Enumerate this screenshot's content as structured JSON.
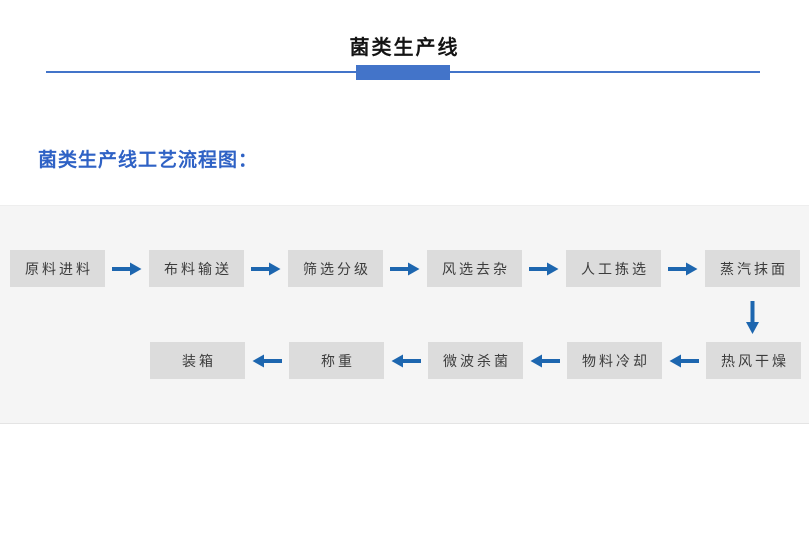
{
  "page": {
    "title": "菌类生产线"
  },
  "section": {
    "heading": "菌类生产线工艺流程图："
  },
  "flowchart": {
    "row1": [
      "原料进料",
      "布料输送",
      "筛选分级",
      "风选去杂",
      "人工拣选",
      "蒸汽抹面"
    ],
    "row2": [
      "装箱",
      "称重",
      "微波杀菌",
      "物料冷却",
      "热风干燥"
    ]
  },
  "colors": {
    "accent_blue": "#4374c9",
    "heading_blue": "#2f62c5",
    "arrow_blue": "#1d66af",
    "box_bg": "#dcdcdc",
    "box_text": "#3c3c3c",
    "panel_bg": "#f5f5f5"
  }
}
